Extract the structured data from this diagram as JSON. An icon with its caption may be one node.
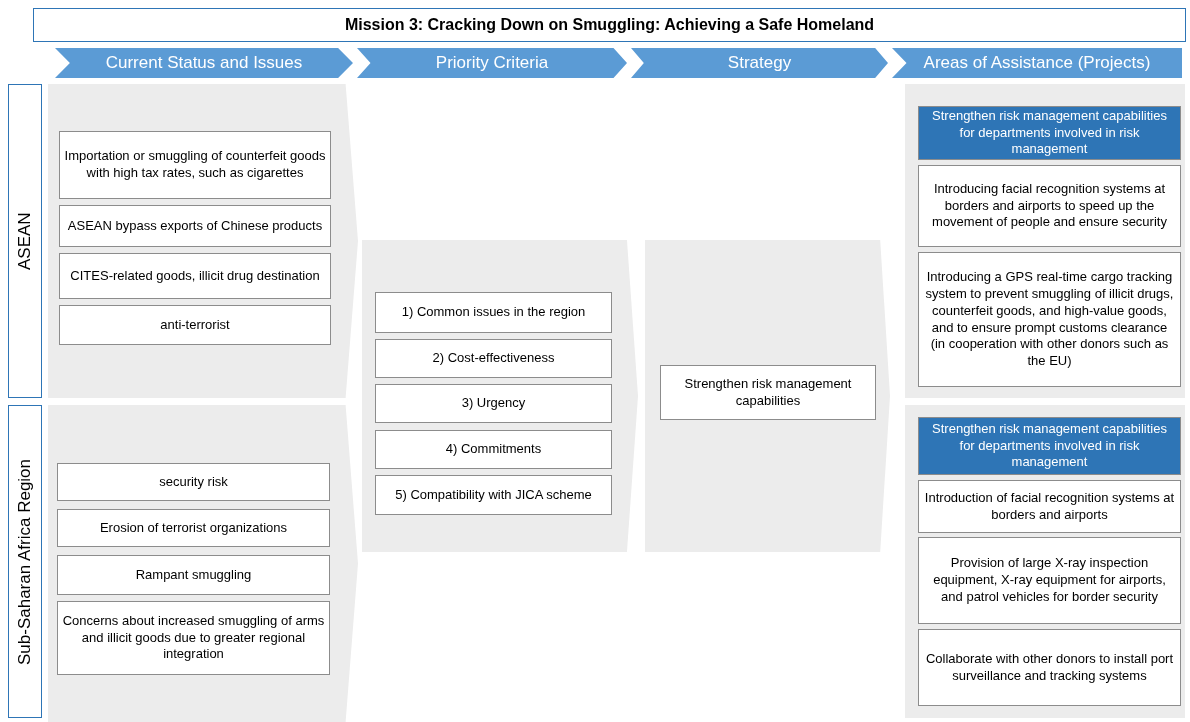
{
  "diagram": {
    "title": "Mission 3: Cracking Down on Smuggling: Achieving a Safe Homeland",
    "nodes": [
      {
        "text": [
          "Current Status and Issues"
        ]
      },
      {
        "text": [
          "Priority Criteria"
        ]
      },
      {
        "text": [
          "Strategy"
        ]
      },
      {
        "text": [
          "Areas of Assistance (Projects)"
        ]
      },
      {
        "text": [
          "ASEAN"
        ]
      },
      {
        "text": [],
        "shape": "chevron"
      },
      {
        "text": [
          "Importation or smuggling of counterfeit goods with high tax rates, such as cigarettes"
        ],
        "in": 5
      },
      {
        "text": [
          "ASEAN bypass exports of Chinese products"
        ],
        "in": 5
      },
      {
        "text": [
          "CITES-related goods, illicit drug destination"
        ],
        "in": 5
      },
      {
        "text": [
          "anti-terrorist"
        ],
        "in": 5
      },
      {
        "text": [],
        "shape": "chevron"
      },
      {
        "text": [
          "1) Common issues in the region"
        ],
        "in": 10
      },
      {
        "text": [
          "2) Cost-effectiveness"
        ],
        "in": 10
      },
      {
        "text": [
          "3) Urgency"
        ],
        "in": 10
      },
      {
        "text": [
          "4) Commitments"
        ],
        "in": 10
      },
      {
        "text": [
          "5) Compatibility with JICA scheme"
        ],
        "in": 10
      },
      {
        "text": [],
        "shape": "chevron"
      },
      {
        "text": [
          "Strengthen risk management capabilities"
        ],
        "in": 16
      },
      {
        "text": [],
        "shape": "box"
      },
      {
        "text": [
          "Strengthen risk management capabilities for departments involved in risk management"
        ],
        "in": 18
      },
      {
        "text": [
          "Introducing facial recognition systems at borders and airports to speed up the movement of people and ensure security"
        ],
        "in": 18
      },
      {
        "text": [
          "Introducing a GPS real-time cargo tracking system to prevent smuggling of illicit drugs, counterfeit goods, and high-value goods, and to ensure prompt customs clearance (in cooperation with other donors such as the EU)"
        ],
        "in": 18
      },
      {
        "text": [
          "Sub-Saharan Africa Region"
        ]
      },
      {
        "text": [],
        "shape": "chevron"
      },
      {
        "text": [
          "security risk"
        ],
        "in": 23
      },
      {
        "text": [
          "Erosion of terrorist organizations"
        ],
        "in": 23
      },
      {
        "text": [
          "Rampant smuggling"
        ],
        "in": 23
      },
      {
        "text": [
          "Concerns about increased smuggling of arms and illicit goods due to greater regional integration"
        ],
        "in": 23
      },
      {
        "text": [],
        "shape": "box"
      },
      {
        "text": [
          "Strengthen risk management capabilities for departments involved in risk management"
        ],
        "in": 28
      },
      {
        "text": [
          "Introduction of facial recognition systems at borders and airports"
        ],
        "in": 28
      },
      {
        "text": [
          "Provision of large X-ray inspection equipment, X-ray equipment for airports, and patrol vehicles for border security"
        ],
        "in": 28
      },
      {
        "text": [
          "Collaborate with other donors to install port surveillance and tracking systems"
        ],
        "in": 28
      }
    ]
  }
}
